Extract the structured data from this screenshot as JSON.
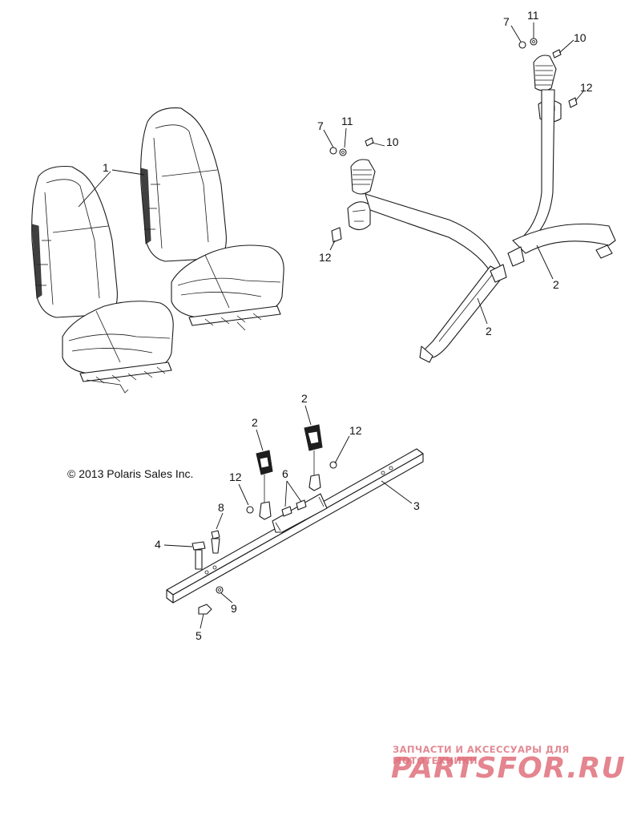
{
  "callouts": {
    "seat": "1",
    "belt_rear_right": "2",
    "belt_rear_left": "2",
    "buckle_left": "2",
    "buckle_right": "2",
    "crossbar": "3",
    "bolt": "4",
    "nut": "5",
    "anchor_bolts": "6",
    "nut_left": "7",
    "nut_right": "7",
    "stud": "8",
    "washer": "9",
    "bolt_10_left": "10",
    "bolt_10_right": "10",
    "washer_11_left": "11",
    "washer_11_right": "11",
    "nut_12_left": "12",
    "nut_12_right": "12",
    "nut_12_center": "12",
    "nut_12_buckle": "12"
  },
  "copyright": "© 2013 Polaris Sales Inc.",
  "watermark": {
    "tagline": "ЗАПЧАСТИ И АКСЕССУАРЫ ДЛЯ МОТОТЕХНИКИ",
    "logo_text": "PARTSFOR.RU",
    "color": "#e0707c"
  }
}
